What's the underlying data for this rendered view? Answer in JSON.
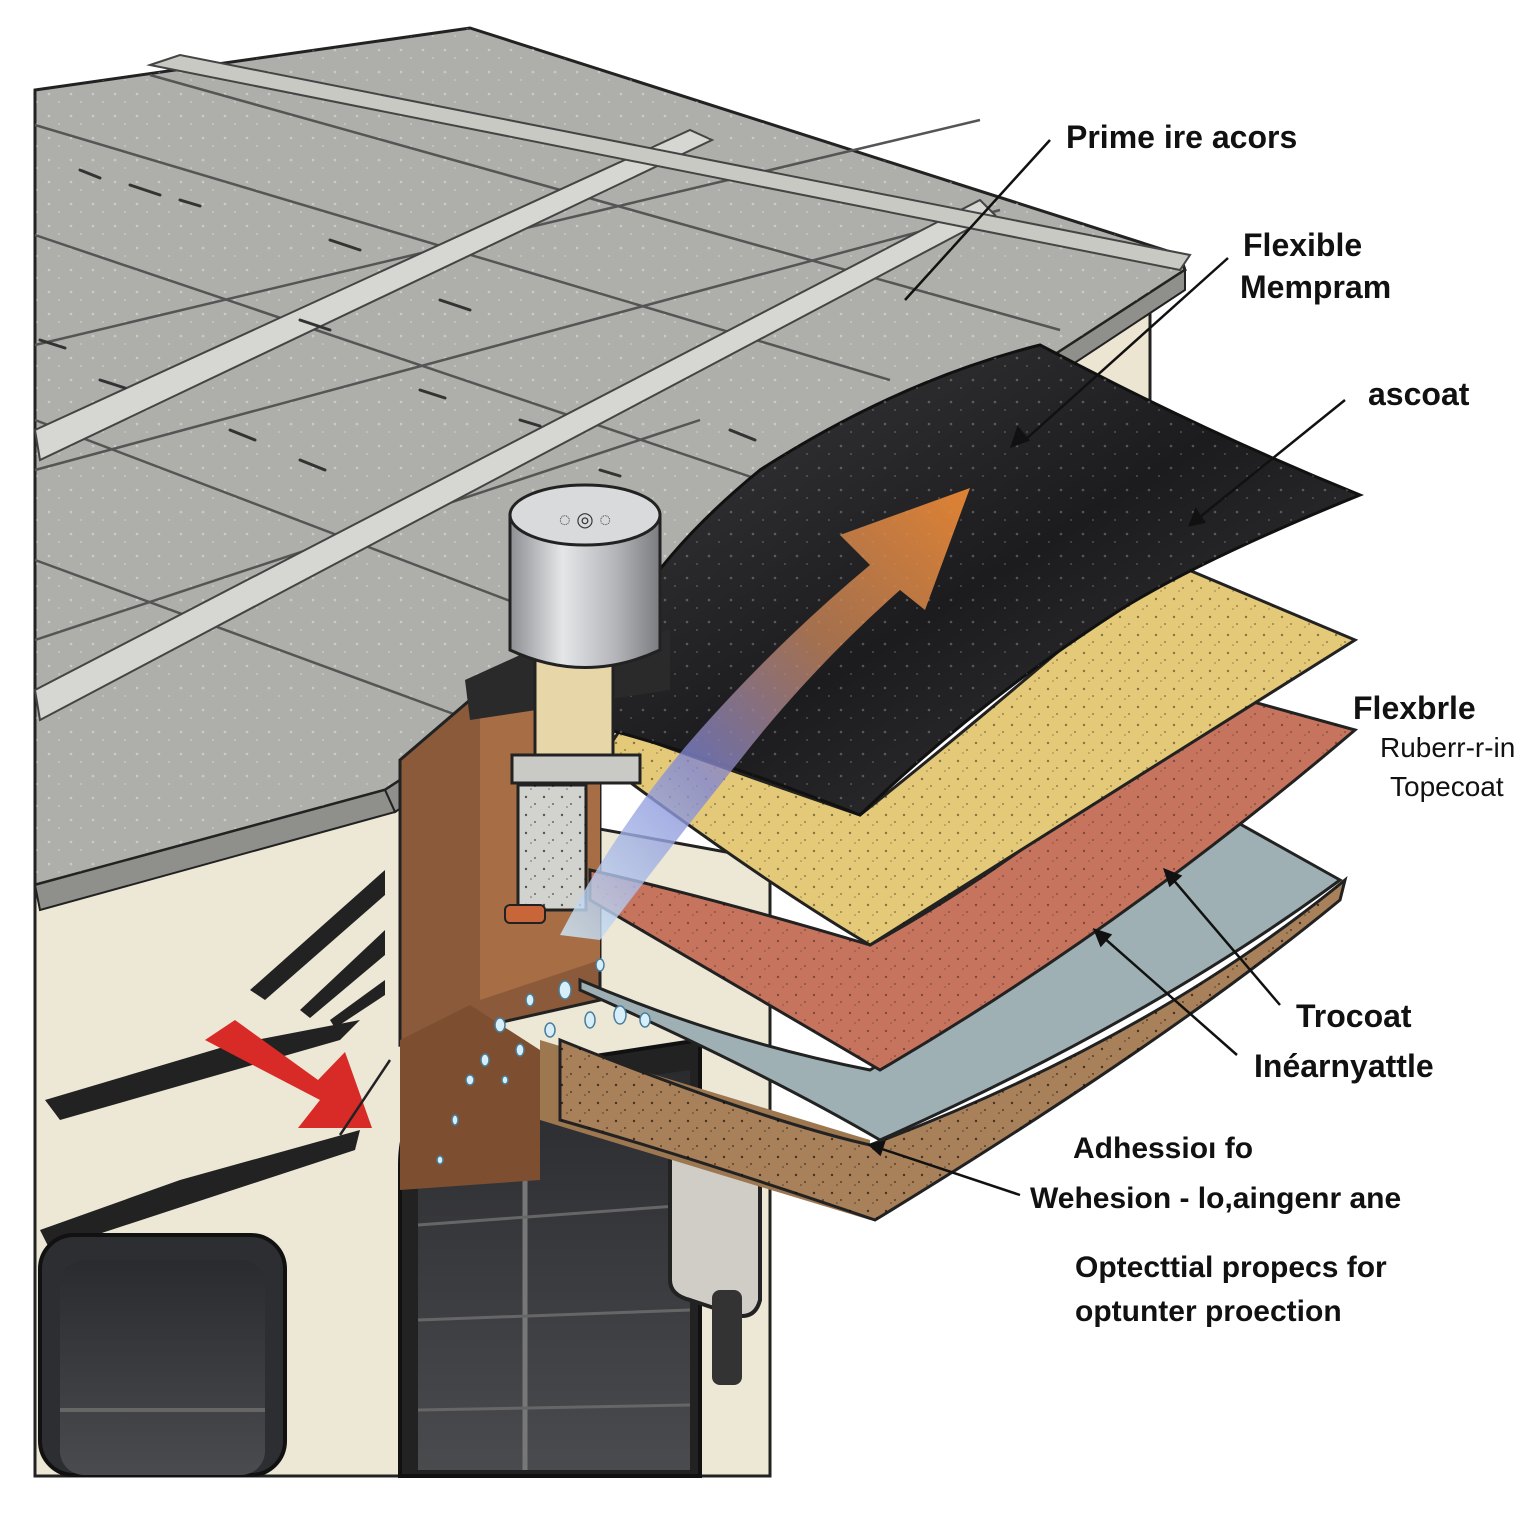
{
  "labels": {
    "prime": "Prime ire acors",
    "flexible_line1": "Flexible",
    "flexible_line2": "Mempram",
    "basecoat": "ascoat",
    "flexbrle": "Flexbrle",
    "rubber": "Ruberr-r-in",
    "topecoat": "Topecoat",
    "trocoat": "Trocoat",
    "inearnyattle": "Inéarnyattle",
    "adhesion_line1": "Adhessioı fo",
    "adhesion_line2": "Wehesion - lo,aingenr ane",
    "optectial_line1": "Optecttial propecs for",
    "optectial_line2": "optunter proection"
  },
  "icons": {
    "water-flow-arrow": "curved arrow orange to blue",
    "entry-arrow": "red arrow",
    "roof-vent": "cylindrical metal vent"
  },
  "colors": {
    "roof": "#a9a9a5",
    "black_layer": "#2c2c2e",
    "yellow_layer": "#e4c978",
    "red_layer": "#c7745e",
    "blue_layer": "#9eb0b3",
    "base_layer": "#a67c55",
    "rv_body": "#ede7d6",
    "arrow_orange": "#e98a3a",
    "arrow_red": "#d82a26",
    "water": "#bfe3f5"
  }
}
